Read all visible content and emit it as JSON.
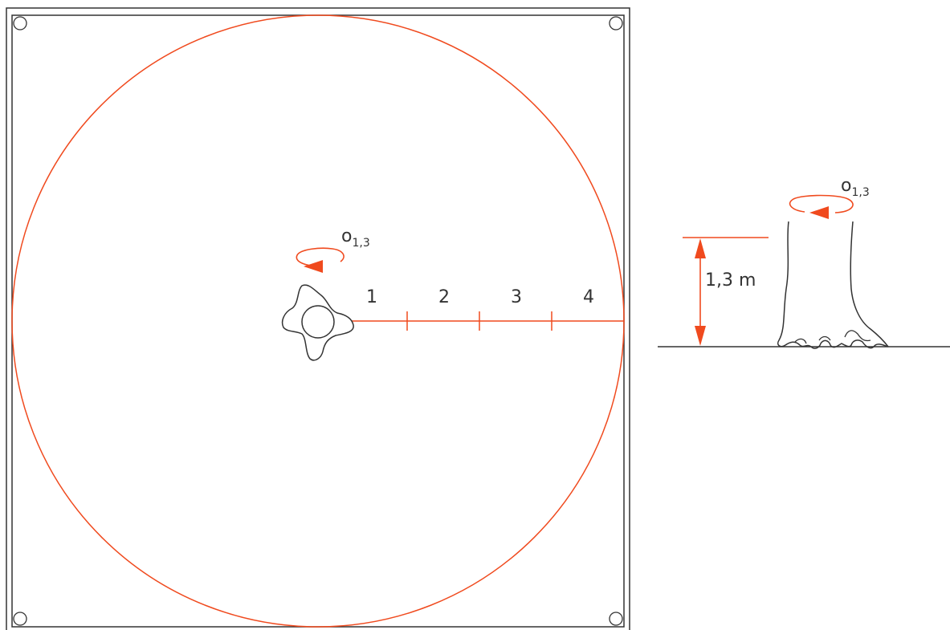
{
  "colors": {
    "accent": "#f04a1e",
    "line": "#333333",
    "background": "#ffffff"
  },
  "plot": {
    "segments": [
      "1",
      "2",
      "3",
      "4"
    ],
    "girth_label": {
      "main": "o",
      "subscript": "1,3"
    }
  },
  "tree": {
    "height_label": "1,3 m",
    "girth_label": {
      "main": "o",
      "subscript": "1,3"
    }
  }
}
